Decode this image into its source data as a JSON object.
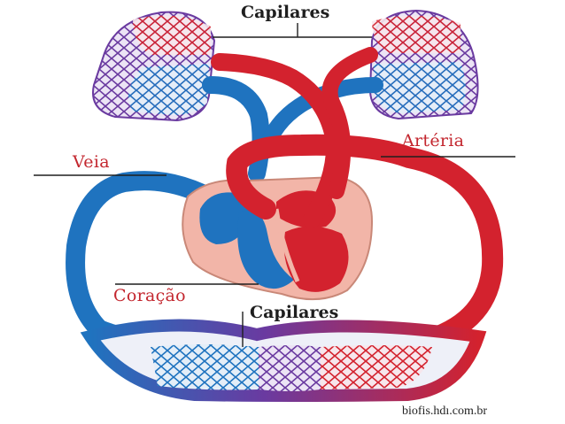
{
  "labels": {
    "capilares_top": "Capilares",
    "arteria": "Artéria",
    "veia": "Veia",
    "coracao": "Coração",
    "capilares_bottom": "Capilares"
  },
  "source": "biofis.hdı.com.br",
  "colors": {
    "arterial": "#d3222e",
    "venous": "#1f73bf",
    "heart_tissue": "#f2b5a8",
    "lung_capillary_net": "#6a3aa0",
    "label_red": "#c3262e",
    "pointer_line": "#1f1f1f"
  }
}
